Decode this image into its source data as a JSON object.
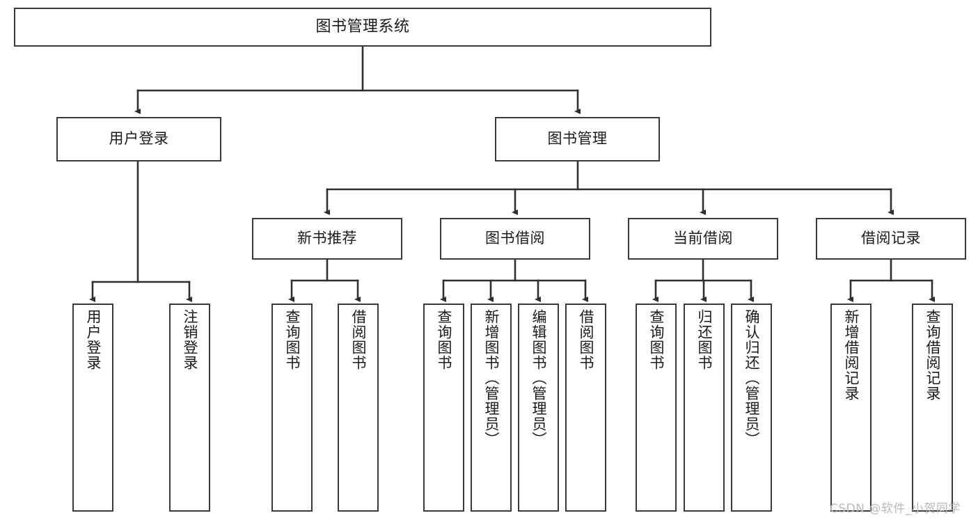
{
  "diagram": {
    "title": "图书管理系统",
    "type": "tree-hierarchy-diagram",
    "colors": {
      "box_border": "#3a3a3a",
      "box_fill": "#ffffff",
      "edge": "#2f2f2f",
      "text": "#1a1a1a",
      "watermark": "#b9b9b9",
      "background": "#ffffff"
    },
    "levels": {
      "level0_label": "系统",
      "level1_label": "模块",
      "level2_label": "子模块",
      "level3_label": "功能"
    }
  },
  "nodes": {
    "root": {
      "label": "图书管理系统",
      "orientation": "horizontal"
    },
    "level1": [
      {
        "label": "用户登录",
        "orientation": "horizontal"
      },
      {
        "label": "图书管理",
        "orientation": "horizontal"
      }
    ],
    "level2": [
      {
        "label": "新书推荐",
        "orientation": "horizontal"
      },
      {
        "label": "图书借阅",
        "orientation": "horizontal"
      },
      {
        "label": "当前借阅",
        "orientation": "horizontal"
      },
      {
        "label": "借阅记录",
        "orientation": "horizontal"
      }
    ],
    "leaves_user_login": [
      {
        "label": "用户登录",
        "orientation": "vertical"
      },
      {
        "label": "注销登录",
        "orientation": "vertical"
      }
    ],
    "leaves_new_book": [
      {
        "label": "查询图书",
        "orientation": "vertical"
      },
      {
        "label": "借阅图书",
        "orientation": "vertical"
      }
    ],
    "leaves_borrow": [
      {
        "label": "查询图书",
        "orientation": "vertical"
      },
      {
        "label": "新增图书（管理员）",
        "orientation": "vertical"
      },
      {
        "label": "编辑图书（管理员）",
        "orientation": "vertical"
      },
      {
        "label": "借阅图书",
        "orientation": "vertical"
      }
    ],
    "leaves_current": [
      {
        "label": "查询图书",
        "orientation": "vertical"
      },
      {
        "label": "归还图书",
        "orientation": "vertical"
      },
      {
        "label": "确认归还（管理员）",
        "orientation": "vertical"
      }
    ],
    "leaves_records": [
      {
        "label": "新增借阅记录",
        "orientation": "vertical"
      },
      {
        "label": "查询借阅记录",
        "orientation": "vertical"
      }
    ]
  },
  "watermark": {
    "text": "CSDN @软件_小贺同学"
  }
}
